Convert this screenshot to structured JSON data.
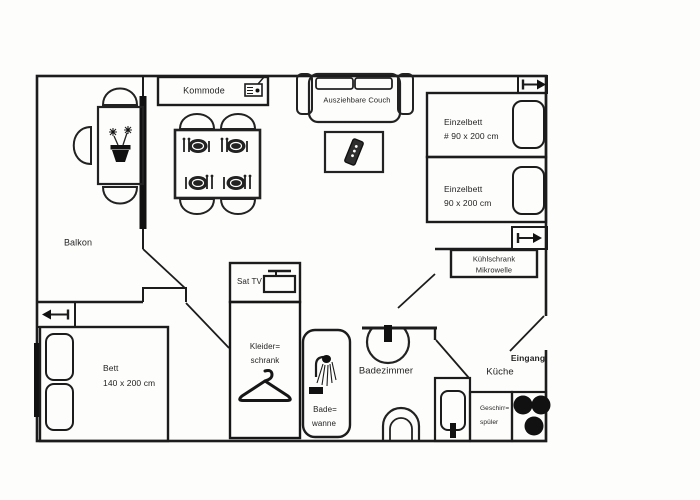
{
  "title": "Apartment floor plan (scanned)",
  "colors": {
    "ink": "#1c1c1c",
    "paper": "#fdfdfc"
  },
  "rooms": {
    "balcony": {
      "label": "Balkon"
    },
    "bathroom": {
      "label": "Badezimmer"
    },
    "kitchen": {
      "label": "Küche"
    },
    "entrance": {
      "label": "Eingang"
    }
  },
  "furniture": {
    "kommode": {
      "label": "Kommode"
    },
    "couch": {
      "label": "Ausziehbare Couch"
    },
    "single_bed_1": {
      "label": "Einzelbett",
      "size": "# 90 x 200 cm"
    },
    "single_bed_2": {
      "label": "Einzelbett",
      "size": "90 x 200 cm"
    },
    "fridge_microwave": {
      "line1": "Kühlschrank",
      "line2": "Mikrowelle"
    },
    "sat_tv": {
      "label": "Sat TV"
    },
    "wardrobe": {
      "line1": "Kleider=",
      "line2": "schrank"
    },
    "bathtub": {
      "line1": "Bade=",
      "line2": "wanne"
    },
    "double_bed": {
      "label": "Bett",
      "size": "140 x 200 cm"
    },
    "dishwasher": {
      "line1": "Geschirr=",
      "line2": "spüler"
    }
  },
  "icons": [
    "door-arrow-icon",
    "radio-icon",
    "potted-plant-icon",
    "place-setting-icon",
    "remote-control-icon",
    "tv-icon",
    "coat-hanger-icon",
    "shower-icon",
    "toilet-icon",
    "washbasin-icon",
    "sink-icon",
    "stove-burners-icon"
  ]
}
